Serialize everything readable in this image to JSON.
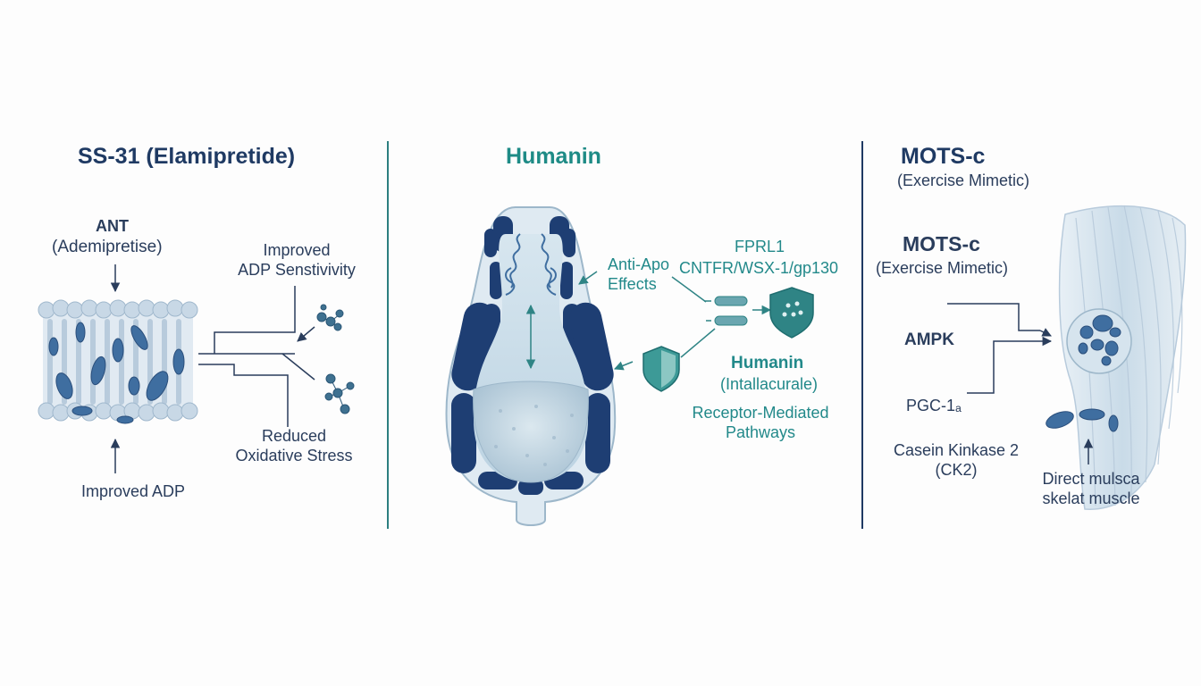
{
  "colors": {
    "navy": "#1f3a63",
    "teal": "#1e8b86",
    "membrane_light": "#cfdde9",
    "membrane_blue": "#3f6ea0",
    "cell_dark": "#1e3e73",
    "divider_left": "#2c7f80",
    "divider_right": "#1f3a63"
  },
  "ss31": {
    "title": "SS-31 (Elamipretide)",
    "ant_title": "ANT",
    "ant_subtitle": "(Ademipretise)",
    "improved_adp_sensitivity": [
      "Improved",
      "ADP Senstivivity"
    ],
    "reduced_oxidative_stress": [
      "Reduced",
      "Oxidative Stress"
    ],
    "improved_adp": "Improved ADP"
  },
  "humanin": {
    "title": "Humanin",
    "anti_apo": [
      "Anti-Apo",
      "Effects"
    ],
    "fprl1": "FPRL1",
    "receptors": "CNTFR/WSX-1/gp130",
    "subtitle_title": "Humanin",
    "subtitle": "(Intallacurale)",
    "receptor_mediated": [
      "Receptor-Mediated",
      "Pathways"
    ]
  },
  "motsc": {
    "title": "MOTS-c",
    "subtitle": "(Exercise Mimetic)",
    "title2": "MOTS-c",
    "subtitle2": "(Exercise Mimetic)",
    "ampk": "AMPK",
    "pgc": "PGC-1ₐ",
    "ck2": [
      "Casein Kinkase 2",
      "(CK2)"
    ],
    "direct_muscle": [
      "Direct mulsca",
      "skelat muscle"
    ]
  }
}
